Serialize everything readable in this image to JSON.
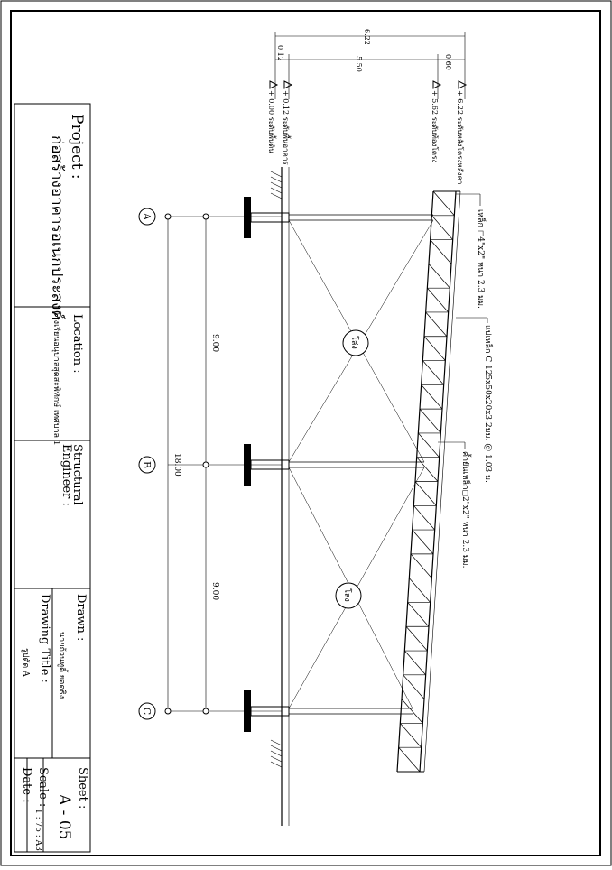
{
  "title_block": {
    "project_label": "Project :",
    "project_value": "ก่อสร้างอาคารอเนกประสงค์",
    "location_label": "Location :",
    "location_value": "โรงเรียนอนุบาลสุดสะพิทักษ์ เทศบาล 1",
    "structural_label": "Structural",
    "engineer_label": "Engineer :",
    "drawn_label": "Drawn :",
    "drawn_value": "นายถ้วนทูตี้ ยอดธิง",
    "drawing_title_label": "Drawing Title :",
    "drawing_title_value": "รูปตัด A",
    "sheet_label": "Sheet :",
    "sheet_value": "A - 05",
    "scale_label": "Scale :",
    "scale_value": "1 : 75 : A3",
    "date_label": "Date :"
  },
  "dimensions": {
    "total_height": "6.22",
    "column_height": "5.50",
    "base_offset": "0.12",
    "truss_depth": "0.60",
    "span_ab": "9.00",
    "span_bc": "9.00",
    "span_total": "18.00"
  },
  "levels": {
    "floor": "+ 0.00 ระดับพื้นดิน",
    "slab": "+ 0.12 ระดับพื้นอาคาร",
    "beam": "+ 5.62 ระดับท้องโครง",
    "top": "+ 6.22 ระดับหลังโครงหลังคา"
  },
  "grid": {
    "a": "A",
    "b": "B",
    "c": "C"
  },
  "bracing": {
    "label1": "โล่ง",
    "label2": "โล่ง"
  },
  "notes": {
    "chord": "เหล็ก ◻4\"x2\" หนา 2.3 มม.",
    "purlin": "แปเหล็ก C 125x50x20x3.2มม. @ 1.03 ม.",
    "web": "ค้ำยันเหล็ก◻2\"x2\" หนา 2.3 มม."
  }
}
